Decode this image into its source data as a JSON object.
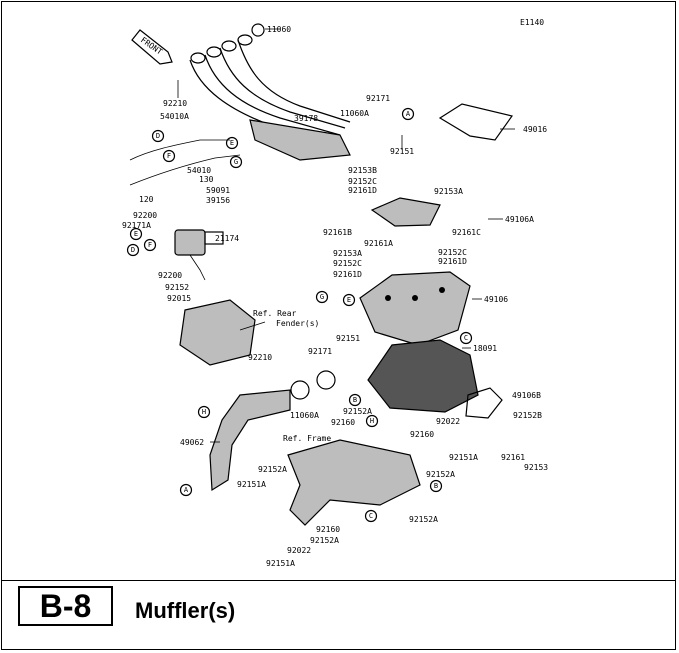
{
  "figure_code": "E1140",
  "front_tag": "FRONT",
  "section": {
    "code": "B-8",
    "title": "Muffler(s)"
  },
  "part_labels": [
    "11060",
    "92210",
    "54010A",
    "39178",
    "11060A",
    "92171",
    "92151",
    "49016",
    "92153B",
    "92152C",
    "92161D",
    "92153A",
    "49106A",
    "120",
    "130",
    "59091",
    "39156",
    "92200",
    "92171A",
    "21174",
    "92161B",
    "92161A",
    "92161C",
    "92153A",
    "92152C",
    "92161D",
    "92152C",
    "92161D",
    "92200",
    "92152",
    "92015",
    "49106",
    "Ref. Rear",
    "Fender(s)",
    "92151",
    "92171",
    "18091",
    "92210",
    "49106B",
    "92152B",
    "11060A",
    "92152A",
    "92022",
    "92160",
    "49062",
    "Ref. Frame",
    "92151A",
    "92160",
    "92152A",
    "92161",
    "92153",
    "92152A",
    "92151A",
    "92152A",
    "92160",
    "92152A",
    "92022",
    "92151A",
    "54010"
  ],
  "callouts": [
    "A",
    "B",
    "C",
    "D",
    "E",
    "F",
    "G",
    "H"
  ]
}
